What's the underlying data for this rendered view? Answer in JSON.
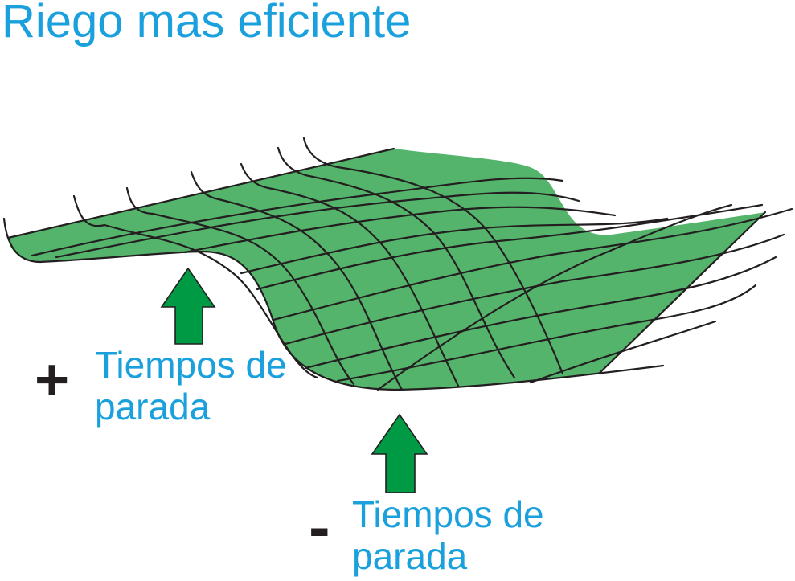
{
  "title": "Riego mas eficiente",
  "labels": {
    "plus": {
      "sign": "+",
      "line1": "Tiempos de",
      "line2": "parada"
    },
    "minus": {
      "sign": "-",
      "line1": "Tiempos de",
      "line2": "parada"
    }
  },
  "colors": {
    "title_text": "#1aa0dc",
    "surface_fill": "#55b46b",
    "grid_lines": "#231f20",
    "arrow_fill": "#009a44",
    "sign_text": "#231f20"
  },
  "icons": {
    "arrow_plus": "up-arrow-icon",
    "arrow_minus": "up-arrow-icon"
  }
}
